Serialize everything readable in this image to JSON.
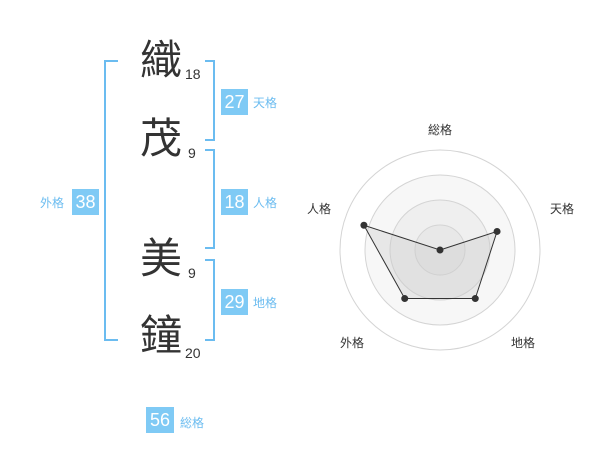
{
  "name_chars": [
    {
      "char": "織",
      "strokes": "18"
    },
    {
      "char": "茂",
      "strokes": "9"
    },
    {
      "char": "美",
      "strokes": "9"
    },
    {
      "char": "鐘",
      "strokes": "20"
    }
  ],
  "fortunes": {
    "tenkaku": {
      "value": "27",
      "label": "天格"
    },
    "jinkaku": {
      "value": "18",
      "label": "人格"
    },
    "chikaku": {
      "value": "29",
      "label": "地格"
    },
    "gaikaku": {
      "value": "38",
      "label": "外格"
    },
    "soukaku": {
      "value": "56",
      "label": "総格"
    }
  },
  "colors": {
    "accent": "#7fcaf5",
    "accent_text": "#6bbcf0",
    "bracket": "#6bbcf0"
  },
  "chart_data": {
    "type": "radar",
    "axes": [
      "総格",
      "天格",
      "地格",
      "外格",
      "人格"
    ],
    "scale_rings": 4,
    "values": [
      0,
      3,
      3,
      3,
      4
    ],
    "max": 5
  }
}
